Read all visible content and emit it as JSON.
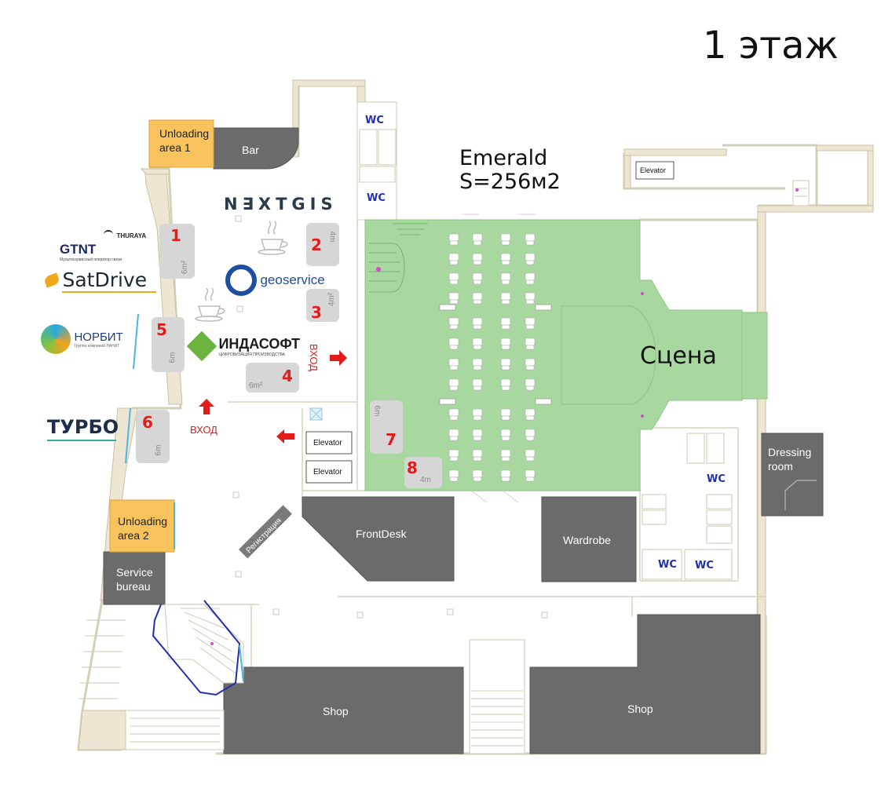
{
  "floor_title": "1 этаж",
  "hall": {
    "name": "Emerald",
    "area": "S=256м2"
  },
  "stage": "Сцена",
  "rooms": {
    "unloading_1": "Unloading\narea 1",
    "unloading_2": "Unloading\narea 2",
    "bar": "Bar",
    "frontdesk": "FrontDesk",
    "wardrobe": "Wardrobe",
    "dressing": "Dressing\nroom",
    "service": "Service\nbureau",
    "shop_left": "Shop",
    "shop_right": "Shop",
    "registration": "Регистрация"
  },
  "wc": [
    "WC",
    "WC",
    "WC",
    "WC",
    "WC"
  ],
  "elevators": [
    "Elevator",
    "Elevator",
    "Elevator"
  ],
  "entrances": {
    "left": "ВХОД",
    "right": "ВХОД"
  },
  "booths": [
    {
      "num": "1",
      "area": "6m²"
    },
    {
      "num": "2",
      "area": "4m"
    },
    {
      "num": "3",
      "area": "4m²"
    },
    {
      "num": "4",
      "area": "6m²"
    },
    {
      "num": "5",
      "area": "6m"
    },
    {
      "num": "6",
      "area": "6m"
    },
    {
      "num": "7",
      "area": "6m"
    },
    {
      "num": "8",
      "area": "4m"
    }
  ],
  "logos": {
    "nextgis": "N∃XTGIS",
    "gtnt": "GTNT",
    "gtnt_sub": "Мультисервисный оператор связи",
    "thuraya": "THURAYA",
    "satdrive": "SatDrive",
    "geoservice": "geoservice",
    "norbit": "НОРБИТ",
    "norbit_sub": "Группа компаний ЛАНИТ",
    "indasoft": "ИНДАСОФТ",
    "indasoft_sub": "ЦИФРОВИЗАЦИЯ ПРОИЗВОДСТВА",
    "turbo": "ТУРБО"
  },
  "colors": {
    "hall_green": "#a8d8a0",
    "unloading_yellow": "#f8c35c",
    "room_grey": "#6b6b6b",
    "booth_grey": "#d6d6d6",
    "booth_number_red": "#e21b1b",
    "wc_blue": "#1f2fb0",
    "wall_beige": "#ece6d2"
  }
}
